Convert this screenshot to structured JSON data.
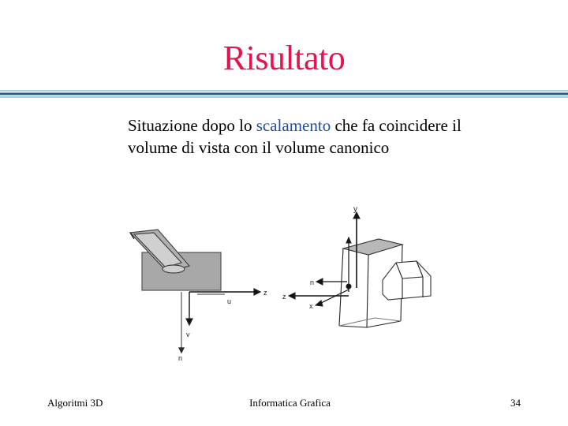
{
  "slide": {
    "title": "Risultato",
    "body": {
      "part1": "Situazione dopo lo ",
      "highlight": "scalamento",
      "part2": " che fa coincidere il volume di vista con il volume canonico"
    },
    "figure": {
      "left_labels": {
        "v": "v",
        "u": "u",
        "n": "n"
      },
      "right_labels": {
        "y": "y",
        "z": "z",
        "x": "x",
        "n": "n"
      }
    },
    "footer": {
      "left": "Algoritmi 3D",
      "center": "Informatica Grafica",
      "page": "34"
    }
  },
  "colors": {
    "title": "#e0164e",
    "highlight": "#1f4e9c",
    "rule_light": "#9bd3de",
    "rule_dark": "#1e3f6e"
  }
}
